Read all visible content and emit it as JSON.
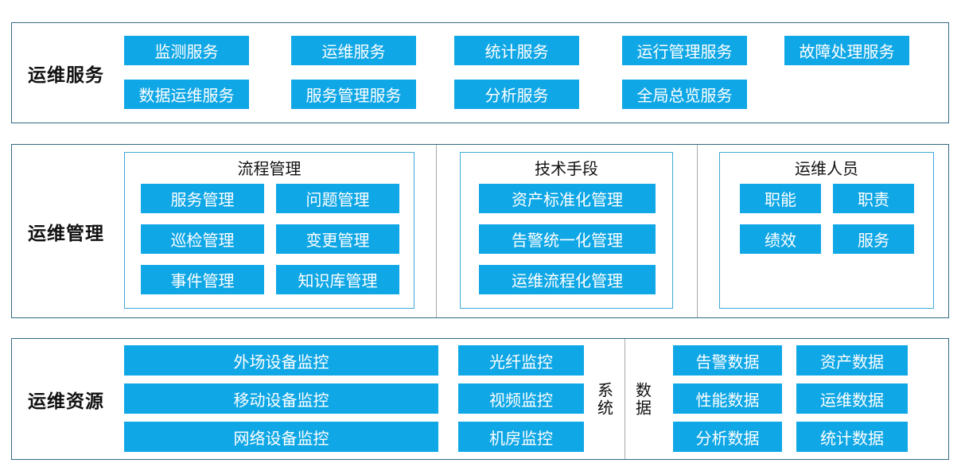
{
  "colors": {
    "block_blue": "#10a7e6",
    "subbox_border": "#3fa9d9",
    "section_border": "#326a85",
    "divider_gray": "#a9a9a9",
    "block_text": "#ffffff",
    "label_text": "#111111"
  },
  "sections": {
    "services": {
      "label": "运维服务",
      "row1": [
        "监测服务",
        "运维服务",
        "统计服务",
        "运行管理服务",
        "故障处理服务"
      ],
      "row2": [
        "数据运维服务",
        "服务管理服务",
        "分析服务",
        "全局总览服务"
      ]
    },
    "management": {
      "label": "运维管理",
      "process": {
        "title": "流程管理",
        "items": [
          "服务管理",
          "问题管理",
          "巡检管理",
          "变更管理",
          "事件管理",
          "知识库管理"
        ]
      },
      "technical": {
        "title": "技术手段",
        "items": [
          "资产标准化管理",
          "告警统一化管理",
          "运维流程化管理"
        ]
      },
      "personnel": {
        "title": "运维人员",
        "items": [
          "职能",
          "职责",
          "绩效",
          "服务"
        ]
      }
    },
    "resources": {
      "label": "运维资源",
      "monitors_large": [
        "外场设备监控",
        "移动设备监控",
        "网络设备监控"
      ],
      "monitors_small": [
        "光纤监控",
        "视频监控",
        "机房监控"
      ],
      "system_label": "系统",
      "data_label": "数据",
      "data_col1": [
        "告警数据",
        "性能数据",
        "分析数据"
      ],
      "data_col2": [
        "资产数据",
        "运维数据",
        "统计数据"
      ]
    }
  }
}
